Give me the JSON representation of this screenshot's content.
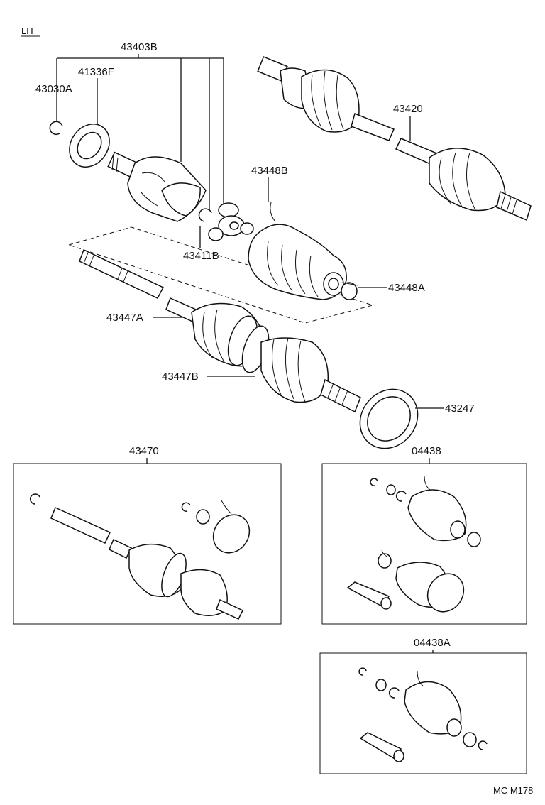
{
  "diagram": {
    "side_label": "LH",
    "code": "MC M178",
    "labels": {
      "p43403B": "43403B",
      "p41336F": "41336F",
      "p43030A": "43030A",
      "p43420": "43420",
      "p43448B": "43448B",
      "p43448A": "43448A",
      "p43411B": "43411B",
      "p43447A": "43447A",
      "p43447B": "43447B",
      "p43247": "43247"
    },
    "kits": [
      {
        "part_number": "43470"
      },
      {
        "part_number": "04438"
      },
      {
        "part_number": "04438A"
      }
    ]
  }
}
